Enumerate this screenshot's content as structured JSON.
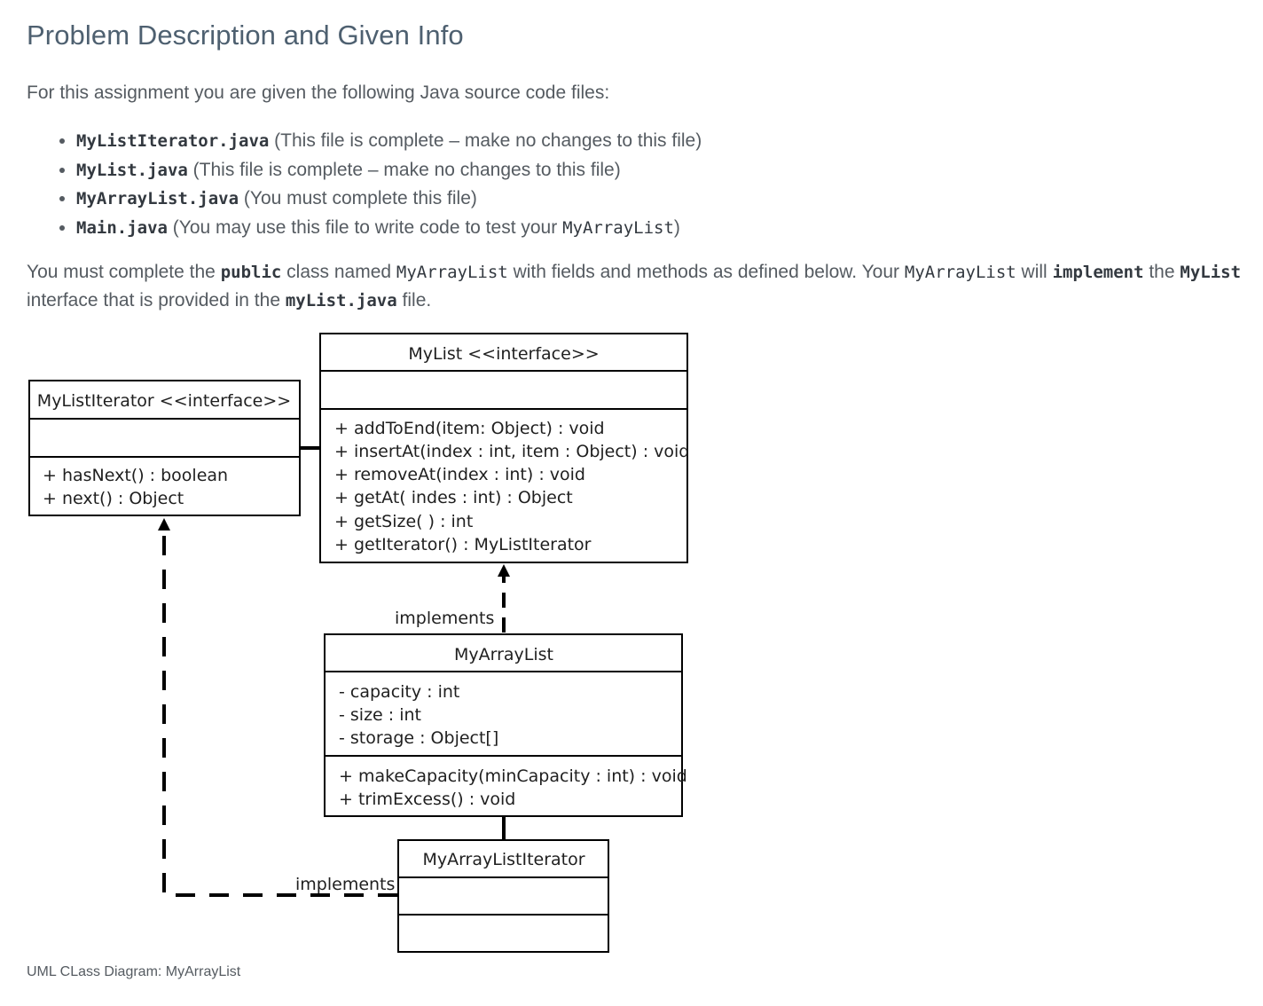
{
  "title": "Problem Description and Given Info",
  "intro": "For this assignment you are given the following Java source code files:",
  "files": [
    {
      "name": "MyListIterator.java",
      "note": " (This file is complete – make no changes to this file)"
    },
    {
      "name": "MyList.java",
      "note": " (This file is complete – make no changes to this file)"
    },
    {
      "name": "MyArrayList.java",
      "note": " (You must complete this file)"
    },
    {
      "name": "Main.java",
      "note": " (You may use this file to write code to test your ",
      "code": "MyArrayList",
      "tail": ")"
    }
  ],
  "description": {
    "t1": "You must complete the ",
    "c1": "public",
    "t2": " class named ",
    "c2": "MyArrayList",
    "t3": " with fields and methods as defined below. Your ",
    "c3": "MyArrayList",
    "t4": " will ",
    "c4": "implement",
    "t5": " the ",
    "c5": "MyList",
    "t6": " interface that is provided in the ",
    "c6": "myList.java",
    "t7": " file."
  },
  "uml": {
    "mylist": {
      "name": "MyList <<interface>>",
      "methods": [
        "+ addToEnd(item: Object) : void",
        "+ insertAt(index : int, item : Object) : void",
        "+ removeAt(index : int) : void",
        "+ getAt( indes : int) : Object",
        "+ getSize( ) : int",
        "+ getIterator() : MyListIterator"
      ]
    },
    "mylistiterator": {
      "name": "MyListIterator <<interface>>",
      "methods": [
        "+ hasNext() : boolean",
        "+ next() : Object"
      ]
    },
    "myarraylist": {
      "name": "MyArrayList",
      "fields": [
        "- capacity : int",
        "- size : int",
        "- storage : Object[]"
      ],
      "methods": [
        "+ makeCapacity(minCapacity : int) : void",
        "+ trimExcess() : void"
      ]
    },
    "myarraylistiterator": {
      "name": "MyArrayListIterator"
    },
    "implements_label_1": "implements",
    "implements_label_2": "implements"
  },
  "caption": "UML CLass Diagram: MyArrayList"
}
